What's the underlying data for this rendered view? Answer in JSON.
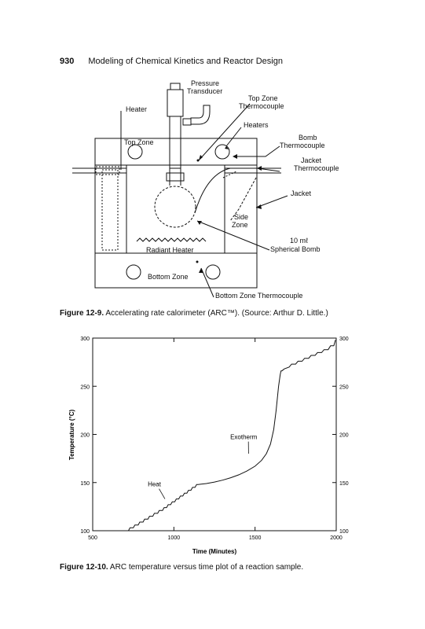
{
  "header": {
    "page_number": "930",
    "running_title": "Modeling of Chemical Kinetics and Reactor Design"
  },
  "figure1": {
    "labels": {
      "pressure": "Pressure",
      "transducer": "Transducer",
      "top_zone_tc_1": "Top Zone",
      "top_zone_tc_2": "Thermocouple",
      "heater": "Heater",
      "heaters": "Heaters",
      "top_zone": "Top Zone",
      "bomb_tc_1": "Bomb",
      "bomb_tc_2": "Thermocouple",
      "jacket_tc_1": "Jacket",
      "jacket_tc_2": "Thermocouple",
      "jacket": "Jacket",
      "side_zone_1": "Side",
      "side_zone_2": "Zone",
      "bomb_vol_1": "10 mℓ",
      "bomb_vol_2": "Spherical Bomb",
      "radiant_heater": "Radiant Heater",
      "bottom_zone": "Bottom Zone",
      "bottom_zone_tc": "Bottom Zone Thermocouple"
    },
    "caption_label": "Figure 12-9.",
    "caption_text": " Accelerating rate calorimeter (ARC™). (Source: Arthur D. Little.)"
  },
  "figure2": {
    "caption_label": "Figure 12-10.",
    "caption_text": " ARC temperature versus time plot of a reaction sample."
  },
  "chart_data": {
    "type": "line",
    "title": "",
    "xlabel": "Time (Minutes)",
    "ylabel": "Temperature (°C)",
    "xlim": [
      500,
      2000
    ],
    "ylim": [
      100,
      300
    ],
    "xticks": [
      500,
      1000,
      1500,
      2000
    ],
    "yticks": [
      100,
      150,
      200,
      250,
      300
    ],
    "grid": false,
    "annotations": [
      {
        "text": "Heat",
        "x": 880,
        "y": 146,
        "target": [
          945,
          133
        ]
      },
      {
        "text": "Exotherm",
        "x": 1430,
        "y": 195,
        "target": [
          1460,
          180
        ]
      }
    ],
    "series": [
      {
        "name": "",
        "points": [
          [
            700,
            100
          ],
          [
            720,
            100
          ],
          [
            730,
            103
          ],
          [
            750,
            103
          ],
          [
            760,
            106
          ],
          [
            780,
            106
          ],
          [
            790,
            109
          ],
          [
            810,
            109
          ],
          [
            820,
            112
          ],
          [
            840,
            112
          ],
          [
            850,
            115
          ],
          [
            870,
            115
          ],
          [
            880,
            118
          ],
          [
            900,
            118
          ],
          [
            910,
            121
          ],
          [
            930,
            121
          ],
          [
            940,
            124
          ],
          [
            955,
            124
          ],
          [
            965,
            127
          ],
          [
            980,
            127
          ],
          [
            990,
            130
          ],
          [
            1005,
            130
          ],
          [
            1015,
            133
          ],
          [
            1030,
            133
          ],
          [
            1040,
            136
          ],
          [
            1055,
            136
          ],
          [
            1065,
            139
          ],
          [
            1080,
            139
          ],
          [
            1090,
            142
          ],
          [
            1105,
            142
          ],
          [
            1115,
            145
          ],
          [
            1130,
            145
          ],
          [
            1140,
            148
          ],
          [
            1150,
            148
          ],
          [
            1200,
            149
          ],
          [
            1250,
            150.5
          ],
          [
            1300,
            152.5
          ],
          [
            1350,
            155
          ],
          [
            1400,
            158
          ],
          [
            1450,
            162
          ],
          [
            1500,
            167
          ],
          [
            1540,
            173
          ],
          [
            1570,
            180
          ],
          [
            1595,
            190
          ],
          [
            1615,
            205
          ],
          [
            1630,
            225
          ],
          [
            1645,
            250
          ],
          [
            1655,
            262
          ],
          [
            1660,
            266
          ],
          [
            1665,
            266
          ],
          [
            1680,
            268
          ],
          [
            1710,
            270
          ],
          [
            1725,
            273
          ],
          [
            1750,
            273
          ],
          [
            1765,
            276
          ],
          [
            1790,
            276
          ],
          [
            1805,
            279
          ],
          [
            1830,
            279
          ],
          [
            1845,
            282
          ],
          [
            1870,
            282
          ],
          [
            1885,
            285
          ],
          [
            1910,
            285
          ],
          [
            1925,
            288
          ],
          [
            1950,
            288
          ],
          [
            1965,
            292
          ],
          [
            1985,
            292
          ],
          [
            1995,
            298
          ]
        ]
      }
    ]
  }
}
